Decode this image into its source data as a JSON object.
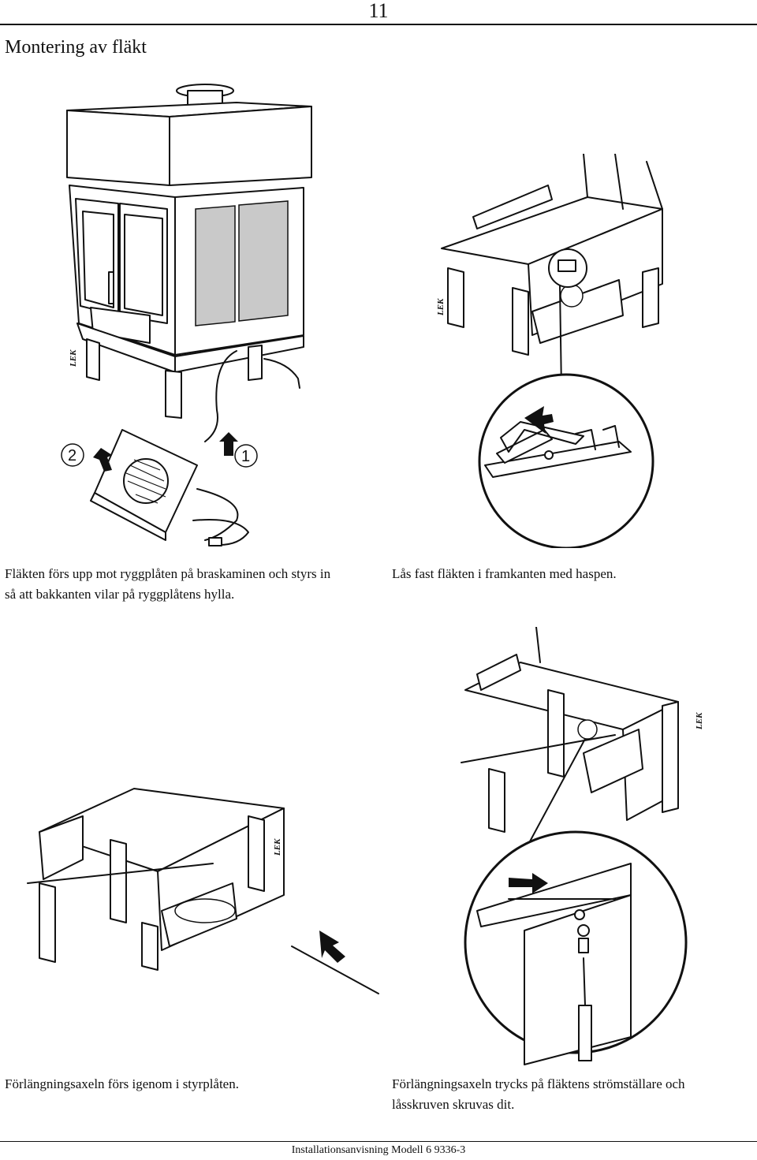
{
  "page": {
    "number": "11",
    "title": "Montering av fläkt",
    "footer": "Installationsanvisning Modell 6 9336-3"
  },
  "figures": {
    "lek_label": "LEK",
    "step_one": "1",
    "step_two": "2"
  },
  "captions": {
    "fig1_line1": "Fläkten förs upp mot ryggplåten på braskaminen och styrs in",
    "fig1_line2": "så att bakkanten vilar på ryggplåtens hylla.",
    "fig2": "Lås fast fläkten i framkanten med haspen.",
    "fig3": "Förlängningsaxeln förs igenom i styrplåten.",
    "fig4_line1": "Förlängningsaxeln trycks på fläktens strömställare och",
    "fig4_line2": "låsskruven skruvas dit."
  }
}
